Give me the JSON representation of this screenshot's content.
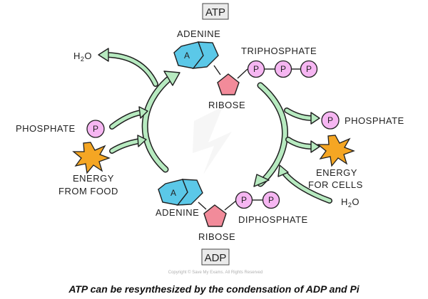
{
  "labels": {
    "atp": "ATP",
    "adp": "ADP",
    "adenine_top": "ADENINE",
    "adenine_bottom": "ADENINE",
    "ribose_top": "RIBOSE",
    "ribose_bottom": "RIBOSE",
    "triphosphate": "TRIPHOSPHATE",
    "diphosphate": "DIPHOSPHATE",
    "phosphate_left": "PHOSPHATE",
    "phosphate_right": "PHOSPHATE",
    "energy_food_1": "ENERGY",
    "energy_food_2": "FROM  FOOD",
    "energy_cells_1": "ENERGY",
    "energy_cells_2": "FOR  CELLS",
    "water_left_main": "H",
    "water_left_sub": "2",
    "water_left_end": "O",
    "water_right_main": "H",
    "water_right_sub": "2",
    "water_right_end": "O",
    "adenine_symbol": "A",
    "phosphate_symbol": "P"
  },
  "copyright": "Copyright © Save My Exams. All Rights Reserved",
  "caption": "ATP can be resynthesized by the condensation of ADP and Pi",
  "colors": {
    "adenine": "#5bc8e8",
    "ribose": "#f28b9a",
    "phosphate": "#f6b6f2",
    "arrow": "#b7eac0",
    "energy": "#f5a623"
  }
}
